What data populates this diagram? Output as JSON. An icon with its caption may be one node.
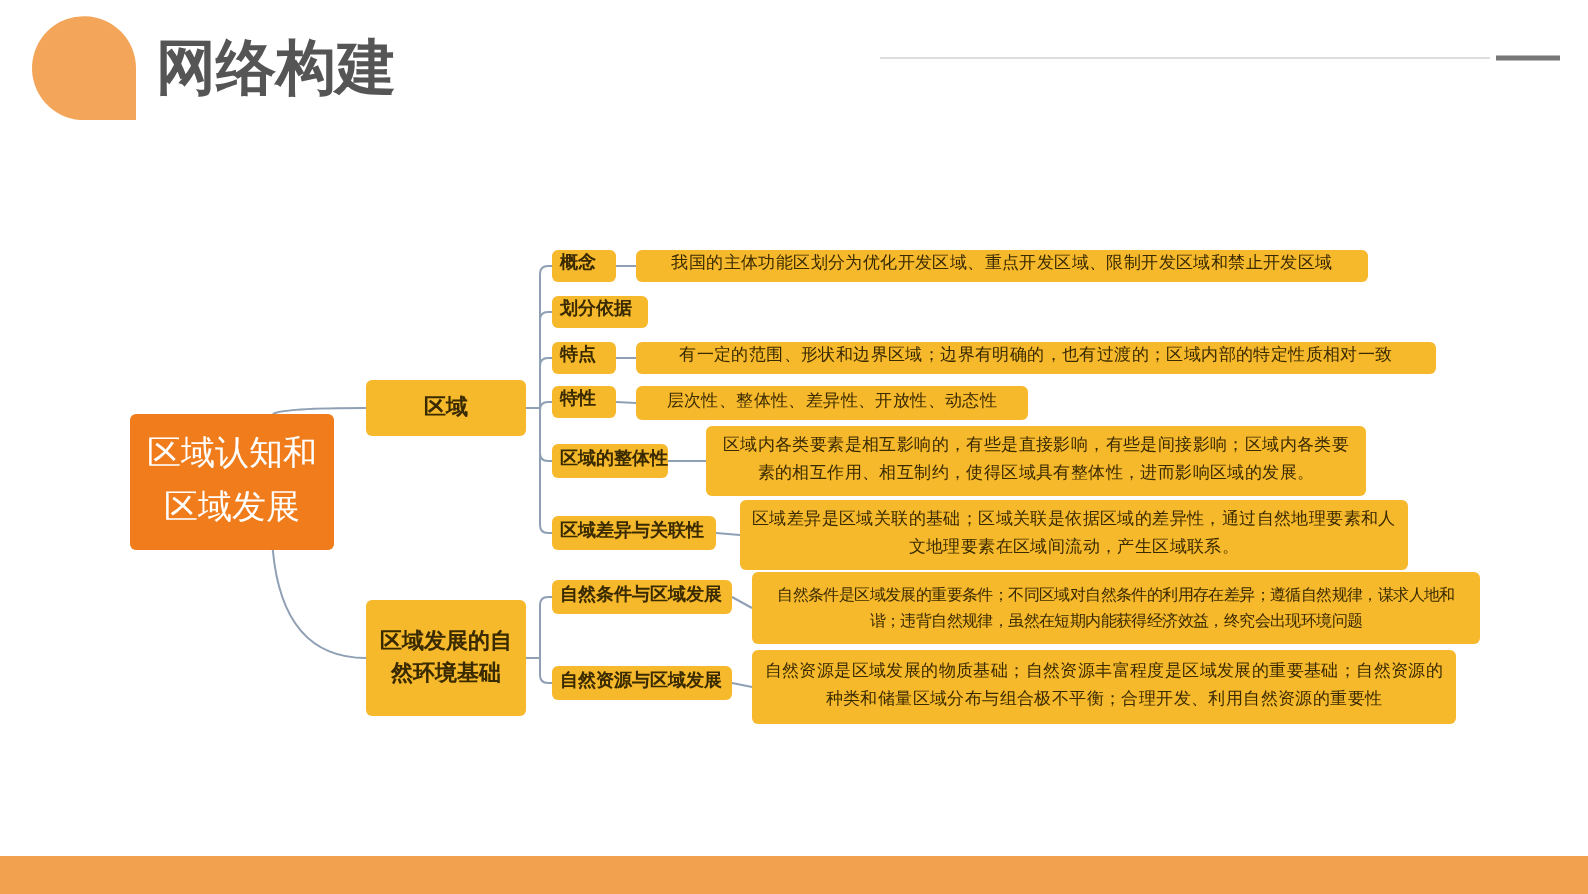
{
  "diagram": {
    "title": "网络构建",
    "nodes": [
      {
        "text": [
          "区域认知和区域发展"
        ]
      },
      {
        "text": [
          "区域"
        ]
      },
      {
        "text": [
          "区域发展的自然环境基础"
        ]
      },
      {
        "text": [
          "概念"
        ]
      },
      {
        "text": [
          "我国的主体功能区划分为优化开发区域、重点开发区域、限制开发区域和禁止开发区域"
        ]
      },
      {
        "text": [
          "划分依据"
        ]
      },
      {
        "text": [
          "特点"
        ]
      },
      {
        "text": [
          "有一定的范围、形状和边界区域；边界有明确的，也有过渡的；区域内部的特定性质相对一致"
        ]
      },
      {
        "text": [
          "特性"
        ]
      },
      {
        "text": [
          "层次性、整体性、差异性、开放性、动态性"
        ]
      },
      {
        "text": [
          "区域的整体性"
        ]
      },
      {
        "text": [
          "区域内各类要素是相互影响的，有些是直接影响，有些是间接影响；区域内各类要素的相互作用、相互制约，使得区域具有整体性，进而影响区域的发展。"
        ]
      },
      {
        "text": [
          "区域差异与关联性"
        ]
      },
      {
        "text": [
          "区域差异是区域关联的基础；区域关联是依据区域的差异性，通过自然地理要素和人文地理要素在区域间流动，产生区域联系。"
        ]
      },
      {
        "text": [
          "自然条件与区域发展"
        ]
      },
      {
        "text": [
          "自然条件是区域发展的重要条件；不同区域对自然条件的利用存在差异；遵循自然规律，谋求人地和谐；违背自然规律，虽然在短期内能获得经济效益，终究会出现环境问题"
        ]
      },
      {
        "text": [
          "自然资源与区域发展"
        ]
      },
      {
        "text": [
          "自然资源是区域发展的物质基础；自然资源丰富程度是区域发展的重要基础；自然资源的种类和储量区域分布与组合极不平衡；合理开发、利用自然资源的重要性"
        ]
      }
    ],
    "edges": [
      {
        "from": 0,
        "to": 1,
        "arrow": "none"
      },
      {
        "from": 0,
        "to": 2,
        "arrow": "none"
      },
      {
        "from": 1,
        "to": 3,
        "arrow": "none"
      },
      {
        "from": 1,
        "to": 5,
        "arrow": "none"
      },
      {
        "from": 1,
        "to": 6,
        "arrow": "none"
      },
      {
        "from": 1,
        "to": 8,
        "arrow": "none"
      },
      {
        "from": 1,
        "to": 10,
        "arrow": "none"
      },
      {
        "from": 1,
        "to": 12,
        "arrow": "none"
      },
      {
        "from": 2,
        "to": 14,
        "arrow": "none"
      },
      {
        "from": 2,
        "to": 16,
        "arrow": "none"
      },
      {
        "from": 3,
        "to": 4,
        "arrow": "none"
      },
      {
        "from": 6,
        "to": 7,
        "arrow": "none"
      },
      {
        "from": 8,
        "to": 9,
        "arrow": "none"
      },
      {
        "from": 10,
        "to": 11,
        "arrow": "none"
      },
      {
        "from": 12,
        "to": 13,
        "arrow": "none"
      },
      {
        "from": 14,
        "to": 15,
        "arrow": "none"
      },
      {
        "from": 16,
        "to": 17,
        "arrow": "none"
      }
    ]
  }
}
